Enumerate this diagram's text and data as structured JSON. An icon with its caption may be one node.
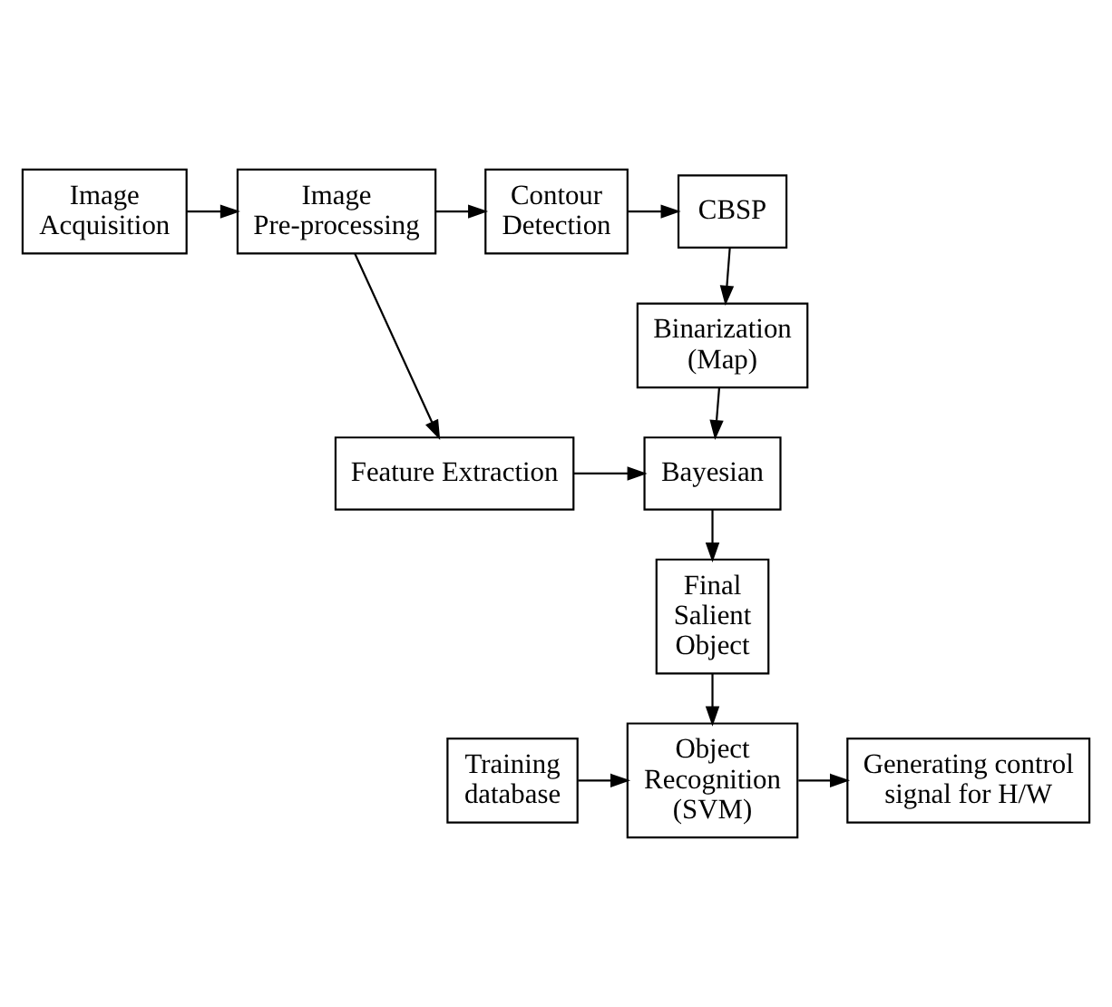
{
  "diagram": {
    "nodes": [
      {
        "text": [
          "Image Acquisition"
        ]
      },
      {
        "text": [
          "Image Pre-processing"
        ]
      },
      {
        "text": [
          "Contour Detection"
        ]
      },
      {
        "text": [
          "CBSP"
        ]
      },
      {
        "text": [
          "Binarization (Map)"
        ]
      },
      {
        "text": [
          "Feature Extraction"
        ]
      },
      {
        "text": [
          "Bayesian"
        ]
      },
      {
        "text": [
          "Final Salient Object"
        ]
      },
      {
        "text": [
          "Generating control signal for H/W"
        ]
      },
      {
        "text": [
          "Object Recognition (SVM)"
        ]
      },
      {
        "text": [
          "Training database"
        ]
      }
    ],
    "edges": [
      {
        "from": 0,
        "to": 1,
        "arrow": "to"
      },
      {
        "from": 1,
        "to": 2,
        "arrow": "to"
      },
      {
        "from": 2,
        "to": 3,
        "arrow": "to"
      },
      {
        "from": 3,
        "to": 4,
        "arrow": "to"
      },
      {
        "from": 1,
        "to": 5,
        "arrow": "to"
      },
      {
        "from": 4,
        "to": 6,
        "arrow": "to"
      },
      {
        "from": 5,
        "to": 6,
        "arrow": "to"
      },
      {
        "from": 6,
        "to": 7,
        "arrow": "to"
      },
      {
        "from": 7,
        "to": 9,
        "arrow": "to"
      },
      {
        "from": 10,
        "to": 9,
        "arrow": "to"
      },
      {
        "from": 9,
        "to": 8,
        "arrow": "to"
      }
    ]
  }
}
